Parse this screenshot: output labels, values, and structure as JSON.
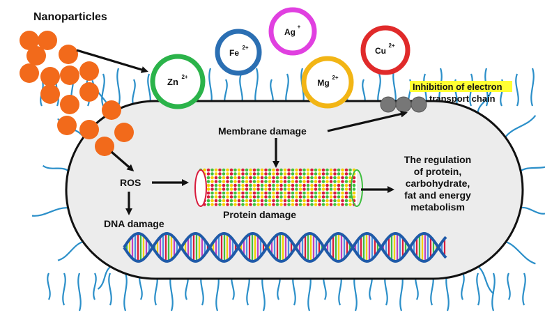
{
  "labels": {
    "nanoparticles": "Nanoparticles",
    "membrane_damage": "Membrane damage",
    "ros": "ROS",
    "dna_damage": "DNA damage",
    "protein_damage": "Protein damage",
    "inhibition_line1": "Inhibition of electron",
    "inhibition_line2": "transport chain",
    "regulation_line1": "The regulation",
    "regulation_line2": "of protein,",
    "regulation_line3": "carbohydrate,",
    "regulation_line4": "fat and energy",
    "regulation_line5": "metabolism"
  },
  "ions": [
    {
      "symbol": "Zn",
      "charge": "2+",
      "color": "#2bb34a"
    },
    {
      "symbol": "Fe",
      "charge": "2+",
      "color": "#2b6fb3"
    },
    {
      "symbol": "Ag",
      "charge": "+",
      "color": "#e040e0"
    },
    {
      "symbol": "Mg",
      "charge": "2+",
      "color": "#f2b515"
    },
    {
      "symbol": "Cu",
      "charge": "2+",
      "color": "#e02a2a"
    }
  ],
  "colors": {
    "nanoparticle": "#f26a1b",
    "cell_fill": "#ececec",
    "flagella": "#2b8fc9",
    "highlight": "#ffff33",
    "protein_red": "#d81b3c",
    "protein_green": "#3fbf3f",
    "protein_yellow": "#f5d000",
    "dna_backbone": "#1f5aa8"
  }
}
